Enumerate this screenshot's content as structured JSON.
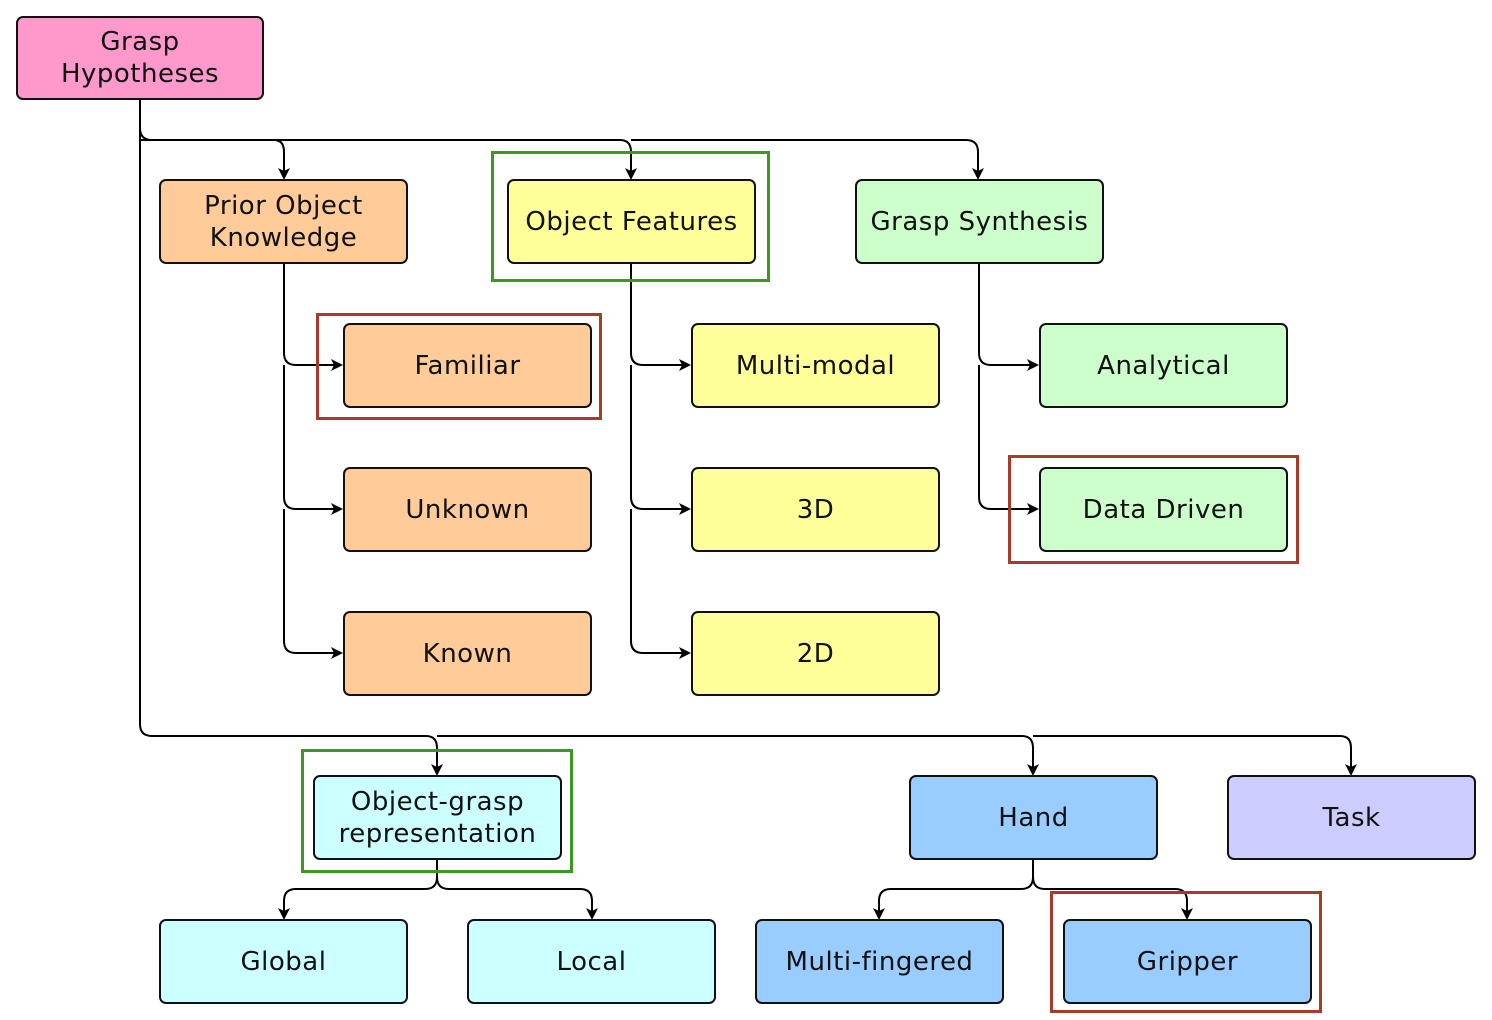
{
  "colors": {
    "root": "#ff99cc",
    "prior": "#ffcc99",
    "features": "#ffff99",
    "synthesis": "#ccffcc",
    "representation": "#ccffff",
    "hand": "#99ccff",
    "task": "#ccccff",
    "highlight_green": "#3a9a1e",
    "highlight_red": "#a83a28",
    "edge": "#000000"
  },
  "nodes": {
    "root": "Grasp\nHypotheses",
    "prior": "Prior Object\nKnowledge",
    "familiar": "Familiar",
    "unknown": "Unknown",
    "known": "Known",
    "features": "Object Features",
    "multimodal": "Multi-modal",
    "three_d": "3D",
    "two_d": "2D",
    "synthesis": "Grasp Synthesis",
    "analytical": "Analytical",
    "data_driven": "Data Driven",
    "representation": "Object-grasp\nrepresentation",
    "global": "Global",
    "local": "Local",
    "hand": "Hand",
    "multi_fingered": "Multi-fingered",
    "gripper": "Gripper",
    "task": "Task"
  }
}
